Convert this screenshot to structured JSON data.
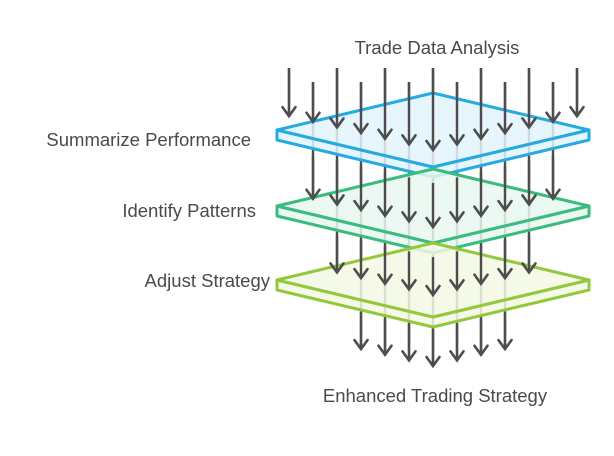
{
  "title": "Trade Data Analysis",
  "output_label": "Enhanced Trading Strategy",
  "layers": [
    {
      "label": "Summarize Performance",
      "border_color": "#27A9E1",
      "fill_color": "#E3F4FB"
    },
    {
      "label": "Identify Patterns",
      "border_color": "#3BBC7E",
      "fill_color": "#E8F8F0"
    },
    {
      "label": "Adjust Strategy",
      "border_color": "#93C83D",
      "fill_color": "#F3F9E4"
    }
  ],
  "colors": {
    "arrow": "#4D4D4D",
    "text": "#4A4A4A"
  }
}
